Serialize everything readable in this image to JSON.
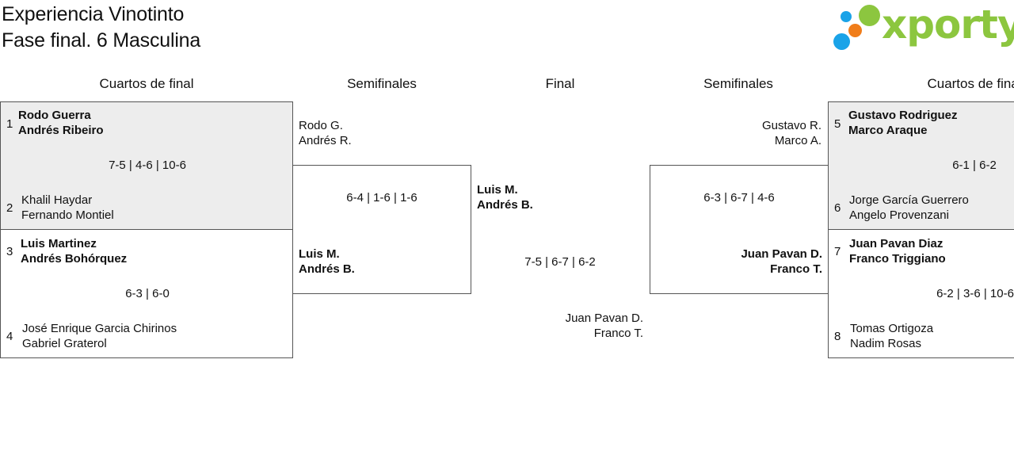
{
  "header": {
    "title_line1": "Experiencia Vinotinto",
    "title_line2": "Fase final. 6 Masculina",
    "logo_text": "xporty"
  },
  "colors": {
    "logo_green": "#8cc63f",
    "logo_blue": "#1aa3e8",
    "logo_orange": "#f07d1a",
    "winner_box_bg": "#ededed"
  },
  "rounds": {
    "left_quarters": "Cuartos de final",
    "left_semis": "Semifinales",
    "final": "Final",
    "right_semis": "Semifinales",
    "right_quarters": "Cuartos de final"
  },
  "left_quarters": {
    "match1": {
      "top": {
        "seed": "1",
        "p1": "Rodo Guerra",
        "p2": "Andrés Ribeiro"
      },
      "score": "7-5 | 4-6 | 10-6",
      "bottom": {
        "seed": "2",
        "p1": "Khalil Haydar",
        "p2": "Fernando Montiel"
      }
    },
    "match2": {
      "top": {
        "seed": "3",
        "p1": "Luis Martinez",
        "p2": "Andrés Bohórquez"
      },
      "score": "6-3 | 6-0",
      "bottom": {
        "seed": "4",
        "p1": "José Enrique Garcia Chirinos",
        "p2": "Gabriel Graterol"
      }
    }
  },
  "left_semi": {
    "top": {
      "p1": "Rodo G.",
      "p2": "Andrés R."
    },
    "score": "6-4 | 1-6 | 1-6",
    "bottom": {
      "p1": "Luis M.",
      "p2": "Andrés B."
    }
  },
  "final": {
    "top": {
      "p1": "Luis M.",
      "p2": "Andrés B."
    },
    "score": "7-5 | 6-7 | 6-2",
    "bottom": {
      "p1": "Juan Pavan D.",
      "p2": "Franco T."
    }
  },
  "right_semi": {
    "top": {
      "p1": "Gustavo R.",
      "p2": "Marco A."
    },
    "score": "6-3 | 6-7 | 4-6",
    "bottom": {
      "p1": "Juan Pavan D.",
      "p2": "Franco T."
    }
  },
  "right_quarters": {
    "match1": {
      "top": {
        "seed": "5",
        "p1": "Gustavo Rodriguez",
        "p2": "Marco Araque"
      },
      "score": "6-1 | 6-2",
      "bottom": {
        "seed": "6",
        "p1": "Jorge García Guerrero",
        "p2": "Angelo Provenzani"
      }
    },
    "match2": {
      "top": {
        "seed": "7",
        "p1": "Juan Pavan Diaz",
        "p2": "Franco Triggiano"
      },
      "score": "6-2 | 3-6 | 10-6",
      "bottom": {
        "seed": "8",
        "p1": "Tomas Ortigoza",
        "p2": "Nadim Rosas"
      }
    }
  }
}
